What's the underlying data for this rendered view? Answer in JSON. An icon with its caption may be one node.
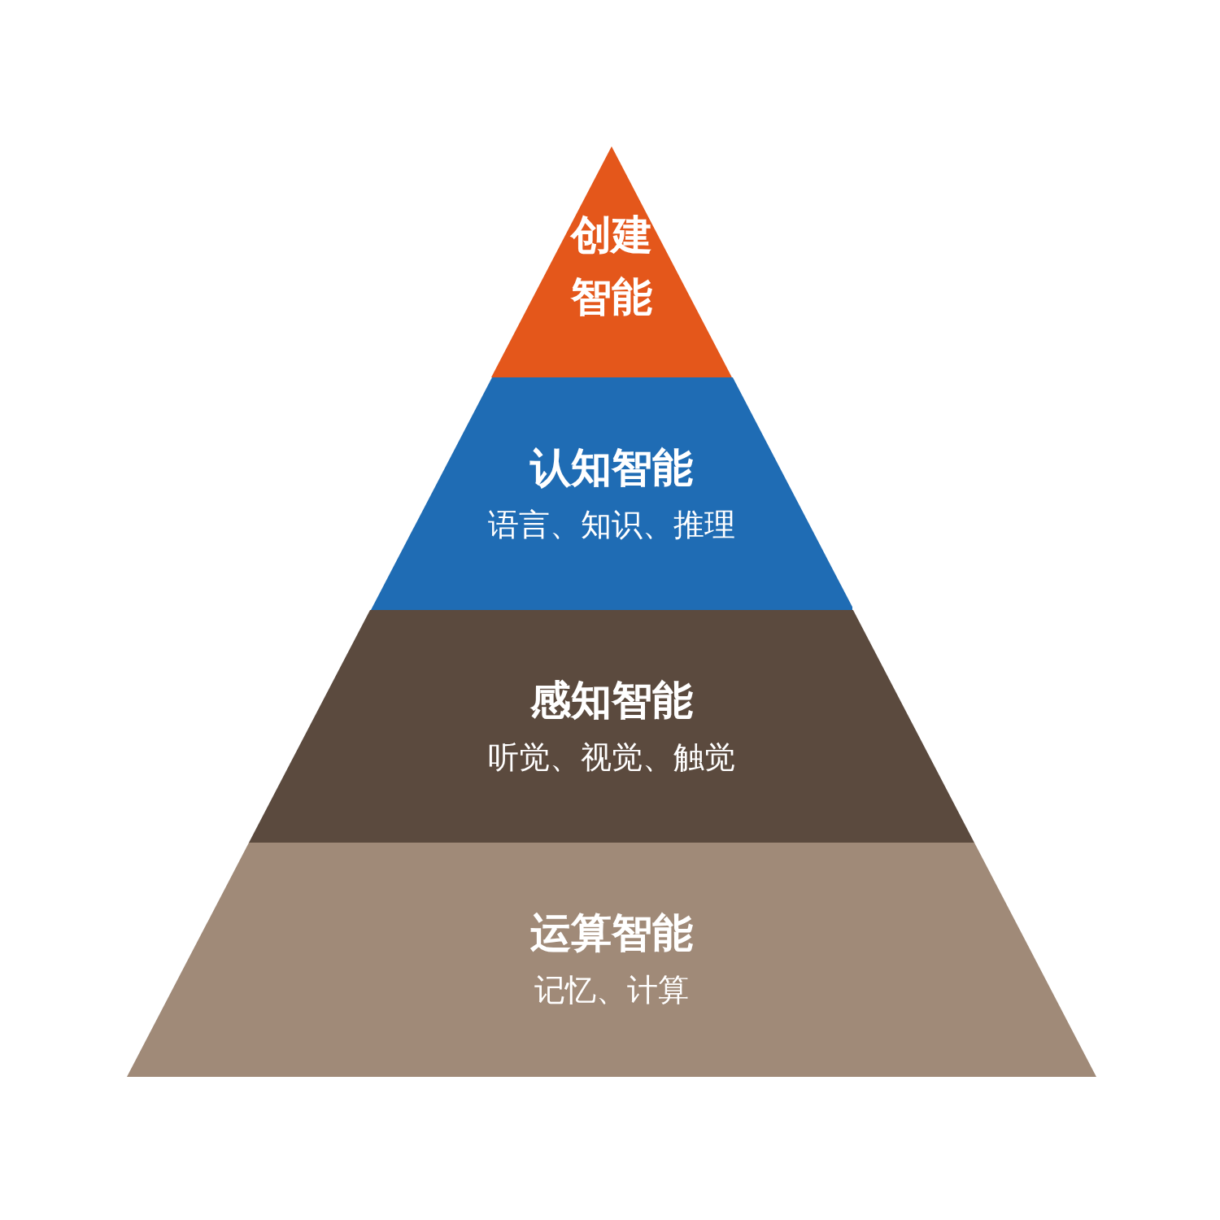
{
  "diagram": {
    "nodes": [
      {
        "text": [
          "创建智能"
        ]
      },
      {
        "text": [
          "认知智能",
          "语言、知识、推理"
        ]
      },
      {
        "text": [
          "感知智能",
          "听觉、视觉、触觉"
        ]
      },
      {
        "text": [
          "运算智能",
          "记忆、计算"
        ]
      }
    ]
  }
}
